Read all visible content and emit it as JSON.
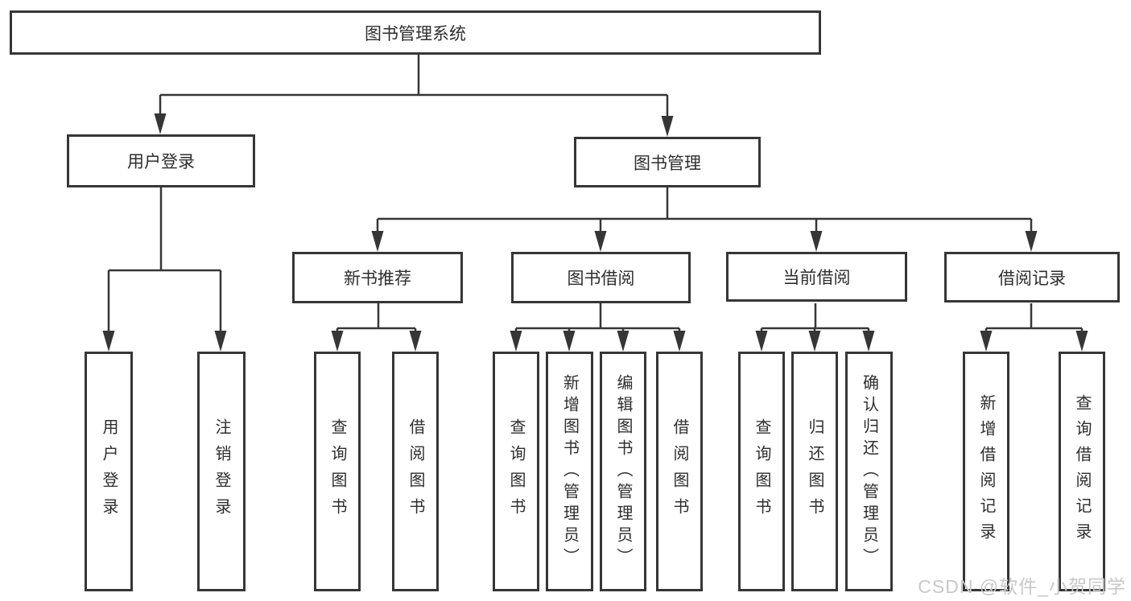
{
  "diagram": {
    "root": {
      "label": "图书管理系统"
    },
    "level2": [
      {
        "label": "用户登录"
      },
      {
        "label": "图书管理"
      }
    ],
    "level3": [
      {
        "label": "新书推荐"
      },
      {
        "label": "图书借阅"
      },
      {
        "label": "当前借阅"
      },
      {
        "label": "借阅记录"
      }
    ],
    "leaf_groups": [
      {
        "items": [
          "用户登录",
          "注销登录"
        ]
      },
      {
        "items": [
          "查询图书",
          "借阅图书"
        ]
      },
      {
        "items": [
          "查询图书",
          "新增图书（管理员）",
          "编辑图书（管理员）",
          "借阅图书"
        ]
      },
      {
        "items": [
          "查询图书",
          "归还图书",
          "确认归还（管理员）"
        ]
      },
      {
        "items": [
          "新增借阅记录",
          "查询借阅记录"
        ]
      }
    ]
  },
  "watermark": {
    "text": "CSDN @软件_小贺同学"
  },
  "colors": {
    "line": "#363636",
    "text": "#2e2e2e",
    "background": "#ffffff",
    "watermark": "#c8c8c8"
  }
}
